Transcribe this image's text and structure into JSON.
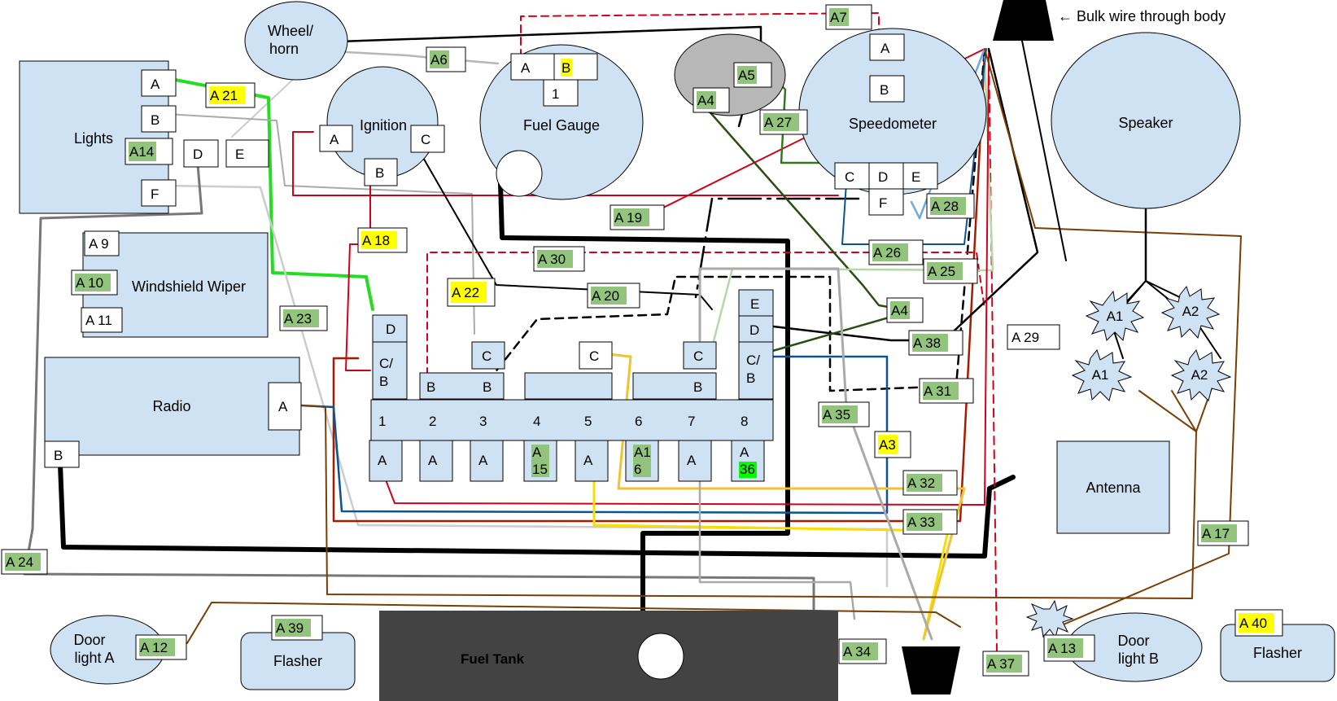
{
  "annotation": "← Bulk wire through body",
  "components": {
    "wheel_horn": "Wheel/\nhorn",
    "lights": "Lights",
    "ignition": "Ignition",
    "fuel_gauge": "Fuel Gauge",
    "speedometer": "Speedometer",
    "speaker": "Speaker",
    "windshield_wiper": "Windshield Wiper",
    "radio": "Radio",
    "antenna": "Antenna",
    "door_light_a": "Door\nlight A",
    "door_light_b": "Door\nlight B",
    "flasher_left": "Flasher",
    "flasher_right": "Flasher",
    "fuel_tank": "Fuel Tank"
  },
  "pins": {
    "lights_a": "A",
    "lights_b": "B",
    "lights_d": "D",
    "lights_e": "E",
    "lights_f": "F",
    "ign_a": "A",
    "ign_b": "B",
    "ign_c": "C",
    "fuel_a": "A",
    "fuel_b": "B",
    "fuel_1": "1",
    "spd_a": "A",
    "spd_b": "B",
    "spd_c": "C",
    "spd_d": "D",
    "spd_e": "E",
    "spd_f": "F",
    "radio_a": "A",
    "radio_b": "B",
    "top_d": "D",
    "top_cb1": "C/\nB",
    "top_c1": "C",
    "top_b1": "B",
    "top_b2": "B",
    "top_c2": "C",
    "top_c3": "C",
    "top_b3": "B",
    "top_e": "E",
    "top_d2": "D",
    "top_cb2": "C/\nB"
  },
  "fuse_numbers": [
    "1",
    "2",
    "3",
    "4",
    "5",
    "6",
    "7",
    "8"
  ],
  "fuse_bottom": [
    "A",
    "A",
    "A",
    "A\n15",
    "A",
    "A1\n6",
    "A",
    "A\n36"
  ],
  "wire_labels": {
    "a1_top": "A1",
    "a1_bot": "A1",
    "a2_top": "A2",
    "a2_bot": "A2",
    "a3": "A3",
    "a4_top": "A4",
    "a4_mid": "A4",
    "a5": "A5",
    "a6": "A6",
    "a7": "A7",
    "a9": "A 9",
    "a10": "A 10",
    "a11": "A 11",
    "a12": "A 12",
    "a13": "A 13",
    "a14": "A14",
    "a17": "A 17",
    "a18": "A 18",
    "a19": "A 19",
    "a20": "A 20",
    "a21": "A 21",
    "a22": "A 22",
    "a23": "A 23",
    "a24": "A 24",
    "a25": "A 25",
    "a26": "A 26",
    "a27": "A 27",
    "a28": "A 28",
    "a29": "A 29",
    "a30": "A 30",
    "a31": "A 31",
    "a32": "A 32",
    "a33": "A 33",
    "a34": "A 34",
    "a35": "A 35",
    "a37": "A 37",
    "a38": "A 38",
    "a39": "A 39",
    "a40": "A 40"
  },
  "colors": {
    "component_fill": "#cfe2f3",
    "label_green": "#93c47d",
    "label_yellow": "#ffff00",
    "bright_green": "#00ff00",
    "fuel_tank": "#434343",
    "gray_dial": "#b7b7b7"
  }
}
